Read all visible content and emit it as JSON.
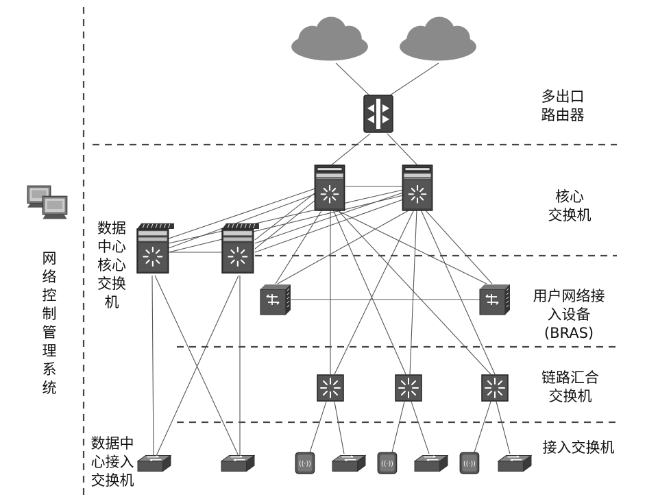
{
  "labels": {
    "multi_exit_router": "多出口\n路由器",
    "core_switch": "核心\n交换机",
    "bras": "用户网络接\n入设备\n(BRAS)",
    "aggregation_switch": "链路汇合\n交换机",
    "access_switch": "接入交换机",
    "dc_core_switch": "数据\n中心\n核心\n交换\n机",
    "dc_access_switch": "数据中\n心接入\n交换机",
    "network_control_system": "网络控制管理系统"
  },
  "icons": {
    "cloud": "cloud-icon",
    "router": "router-icon",
    "core_switch": "multilayer-switch-icon",
    "bras": "bras-icon",
    "aggregation_switch": "aggregation-switch-icon",
    "access_switch": "workgroup-switch-icon",
    "wireless_ap": "wireless-ap-icon",
    "management_station": "management-computers-icon"
  },
  "colors": {
    "device_fill": "#4a4a4a",
    "device_dark": "#2e2e2e",
    "cloud": "#8a8a8a",
    "line": "#555555",
    "dash": "#444444",
    "text": "#111111"
  }
}
